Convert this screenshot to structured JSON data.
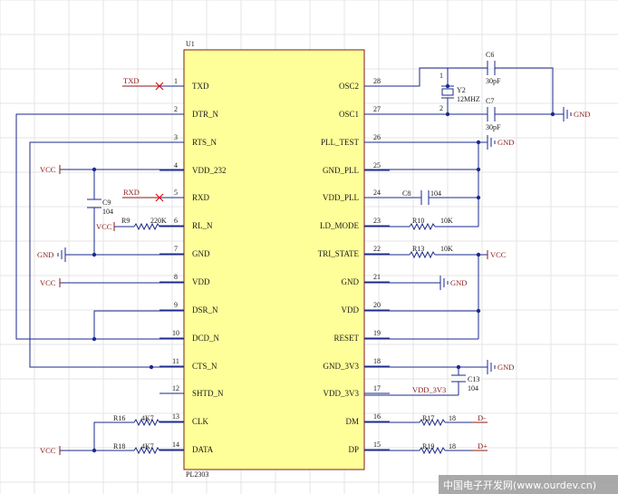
{
  "chip": {
    "ref": "U1",
    "part": "PL2303",
    "color": "#ffff99",
    "left_pins": [
      {
        "num": "1",
        "name": "TXD"
      },
      {
        "num": "2",
        "name": "DTR_N"
      },
      {
        "num": "3",
        "name": "RTS_N"
      },
      {
        "num": "4",
        "name": "VDD_232"
      },
      {
        "num": "5",
        "name": "RXD"
      },
      {
        "num": "6",
        "name": "RL_N"
      },
      {
        "num": "7",
        "name": "GND"
      },
      {
        "num": "8",
        "name": "VDD"
      },
      {
        "num": "9",
        "name": "DSR_N"
      },
      {
        "num": "10",
        "name": "DCD_N"
      },
      {
        "num": "11",
        "name": "CTS_N"
      },
      {
        "num": "12",
        "name": "SHTD_N"
      },
      {
        "num": "13",
        "name": "CLK"
      },
      {
        "num": "14",
        "name": "DATA"
      }
    ],
    "right_pins": [
      {
        "num": "28",
        "name": "OSC2"
      },
      {
        "num": "27",
        "name": "OSC1"
      },
      {
        "num": "26",
        "name": "PLL_TEST"
      },
      {
        "num": "25",
        "name": "GND_PLL"
      },
      {
        "num": "24",
        "name": "VDD_PLL"
      },
      {
        "num": "23",
        "name": "LD_MODE"
      },
      {
        "num": "22",
        "name": "TRI_STATE"
      },
      {
        "num": "21",
        "name": "GND"
      },
      {
        "num": "20",
        "name": "VDD"
      },
      {
        "num": "19",
        "name": "RESET"
      },
      {
        "num": "18",
        "name": "GND_3V3"
      },
      {
        "num": "17",
        "name": "VDD_3V3"
      },
      {
        "num": "16",
        "name": "DM"
      },
      {
        "num": "15",
        "name": "DP"
      }
    ]
  },
  "nets": {
    "txd": "TXD",
    "rxd": "RXD",
    "vcc": "VCC",
    "gnd": "GND",
    "vdd_3v3": "VDD_3V3",
    "dm": "D-",
    "dp": "D+"
  },
  "parts": {
    "c6": {
      "ref": "C6",
      "value": "30pF"
    },
    "c7": {
      "ref": "C7",
      "value": "30pF"
    },
    "y2": {
      "ref": "Y2",
      "value": "12MHZ",
      "pin1": "1",
      "pin2": "2"
    },
    "c8": {
      "ref": "C8",
      "value": "104"
    },
    "c9": {
      "ref": "C9",
      "value": "104"
    },
    "c13": {
      "ref": "C13",
      "value": "104"
    },
    "r9": {
      "ref": "R9",
      "value": "220K"
    },
    "r10": {
      "ref": "R10",
      "value": "10K"
    },
    "r13": {
      "ref": "R13",
      "value": "10K"
    },
    "r16": {
      "ref": "R16",
      "value": "4K7"
    },
    "r18": {
      "ref": "R18",
      "value": "4K7"
    },
    "r17": {
      "ref": "R17",
      "value": "18"
    },
    "r19": {
      "ref": "R19",
      "value": "18"
    }
  },
  "watermark": "中国电子开发网(www.ourdev.cn)",
  "colors": {
    "wire": "#1b2a8c",
    "net": "#8b1a1a",
    "nc": "#e01010"
  }
}
